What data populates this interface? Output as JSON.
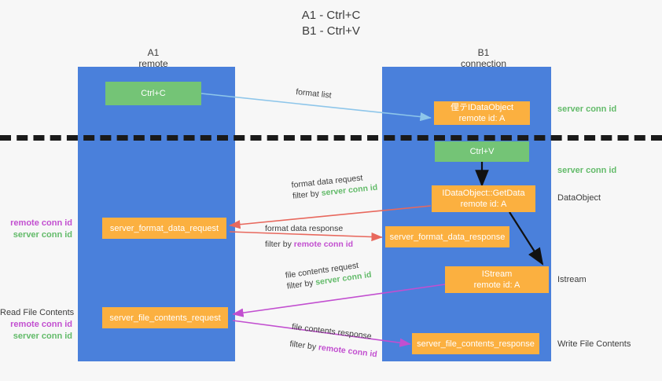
{
  "title": {
    "line1": "A1 - Ctrl+C",
    "line2": "B1 - Ctrl+V"
  },
  "columns": [
    {
      "name": "A1",
      "sub": "remote"
    },
    {
      "name": "B1",
      "sub": "connection"
    }
  ],
  "nodes": {
    "ctrl_c": {
      "label": "Ctrl+C"
    },
    "idataobject_create": {
      "line1": "俚テIDataObject",
      "line2": "remote id: A"
    },
    "ctrl_v": {
      "label": "Ctrl+V"
    },
    "getdata": {
      "line1": "IDataObject::GetData",
      "line2": "remote id: A"
    },
    "istream": {
      "line1": "IStream",
      "line2": "remote id: A"
    },
    "server_format_data_request": {
      "label": "server_format_data_request"
    },
    "server_format_data_response": {
      "label": "server_format_data_response"
    },
    "server_file_contents_request": {
      "label": "server_file_contents_request"
    },
    "server_file_contents_response": {
      "label": "server_file_contents_response"
    }
  },
  "edges": {
    "format_list": {
      "label": "format list"
    },
    "format_data_request": {
      "label": "format data request",
      "filter_prefix": "filter by ",
      "filter_id": "server conn id"
    },
    "format_data_response": {
      "label": "format data response",
      "filter_prefix": "filter by ",
      "filter_id": "remote conn id"
    },
    "file_contents_request": {
      "label": "file contents request",
      "filter_prefix": "filter by ",
      "filter_id": "server conn id"
    },
    "file_contents_response": {
      "label": "file contents response",
      "filter_prefix": "filter by ",
      "filter_id": "remote conn id"
    }
  },
  "right_labels": {
    "server_conn_id_top": "server conn id",
    "server_conn_id_mid": "server conn id",
    "dataobject": "DataObject",
    "istream": "Istream",
    "write_file_contents": "Write File Contents"
  },
  "left_labels": {
    "format_remote": "remote conn id",
    "format_server": "server conn id",
    "read_file_contents": "Read File Contents",
    "file_remote": "remote conn id",
    "file_server": "server conn id"
  },
  "colors": {
    "lane": "#4a80db",
    "green_node": "#74c476",
    "orange_node": "#fbb040",
    "server_conn_id": "#63bb6a",
    "remote_conn_id": "#c24fd0",
    "arrow_blue": "#8ec6ea",
    "arrow_red": "#e8685d",
    "arrow_magenta": "#c24fd0",
    "arrow_black": "#111111",
    "background": "#f7f7f7"
  }
}
